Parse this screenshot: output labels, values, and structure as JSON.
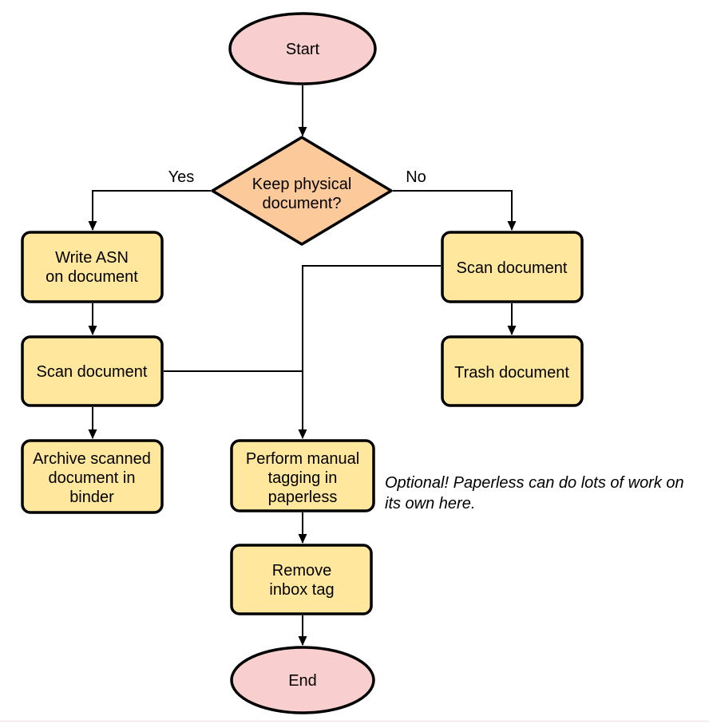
{
  "colors": {
    "terminator_fill": "#F9CECE",
    "process_fill": "#FFE79E",
    "decision_fill": "#FCC99B",
    "stroke": "#000000"
  },
  "nodes": {
    "start": {
      "label": "Start"
    },
    "decision": {
      "line1": "Keep physical",
      "line2": "document?"
    },
    "write_asn": {
      "line1": "Write ASN",
      "line2": "on document"
    },
    "scan_left": {
      "label": "Scan document"
    },
    "archive": {
      "line1": "Archive scanned",
      "line2": "document in",
      "line3": "binder"
    },
    "scan_right": {
      "label": "Scan document"
    },
    "trash": {
      "label": "Trash document"
    },
    "perform_tagging": {
      "line1": "Perform manual",
      "line2": "tagging in",
      "line3": "paperless"
    },
    "remove_inbox": {
      "line1": "Remove",
      "line2": "inbox tag"
    },
    "end": {
      "label": "End"
    }
  },
  "edge_labels": {
    "yes": "Yes",
    "no": "No"
  },
  "annotation": {
    "line1": "Optional! Paperless can do lots of work on",
    "line2": "its own here."
  }
}
